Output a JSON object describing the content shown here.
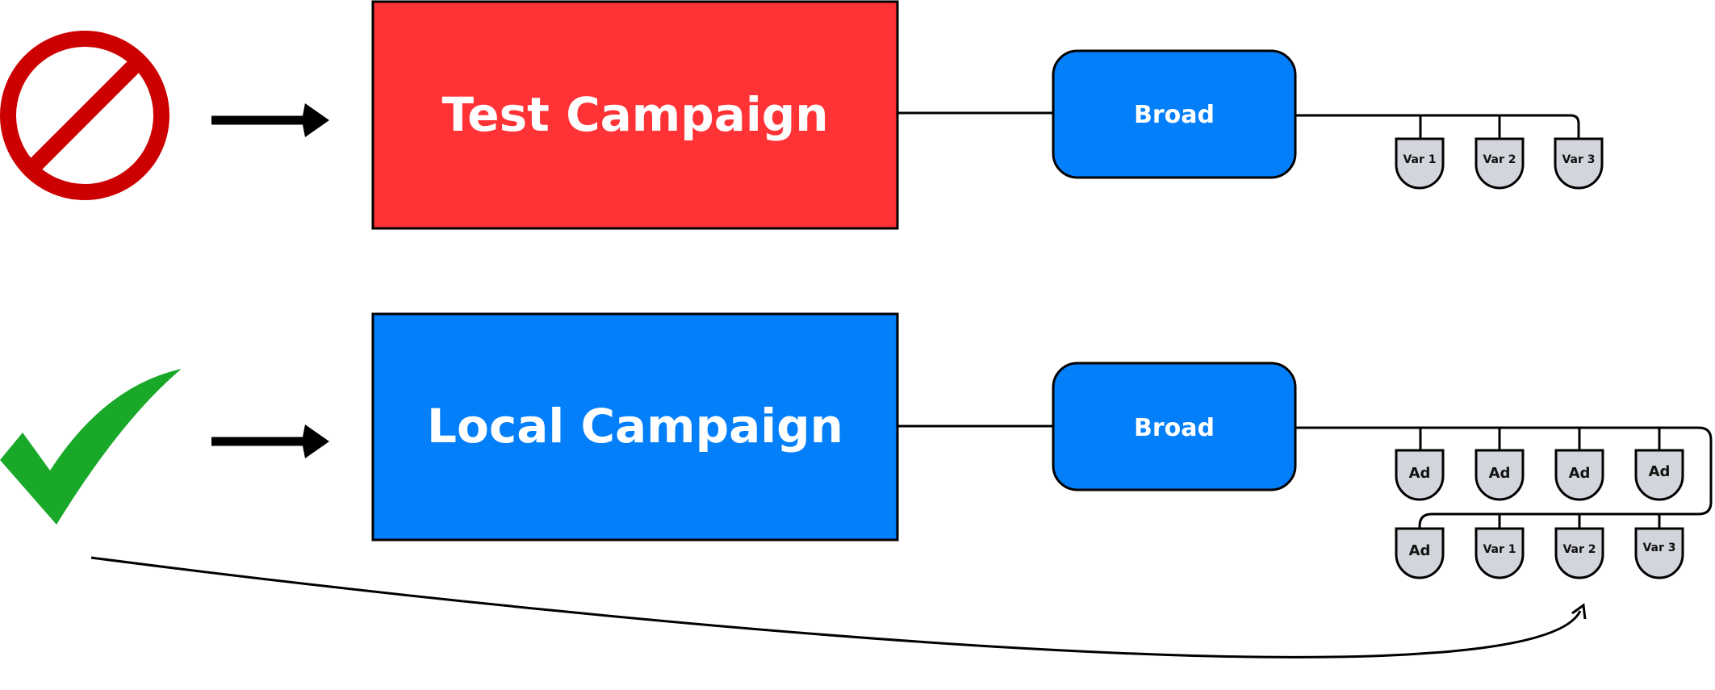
{
  "colors": {
    "red": "#ff3236",
    "blue": "#037ffa",
    "prohibited": "#cc0000",
    "check": "#19a828",
    "shield_fill": "#d2d5db",
    "line": "#000000"
  },
  "test_row": {
    "status_icon": "prohibited-icon",
    "campaign_label": "Test Campaign",
    "broad_label": "Broad",
    "variants": [
      "Var 1",
      "Var 2",
      "Var 3"
    ]
  },
  "local_row": {
    "status_icon": "checkmark-icon",
    "campaign_label": "Local Campaign",
    "broad_label": "Broad",
    "top_items": [
      "Ad",
      "Ad",
      "Ad",
      "Ad"
    ],
    "bottom_items": [
      "Ad",
      "Var 1",
      "Var 2",
      "Var 3"
    ]
  }
}
